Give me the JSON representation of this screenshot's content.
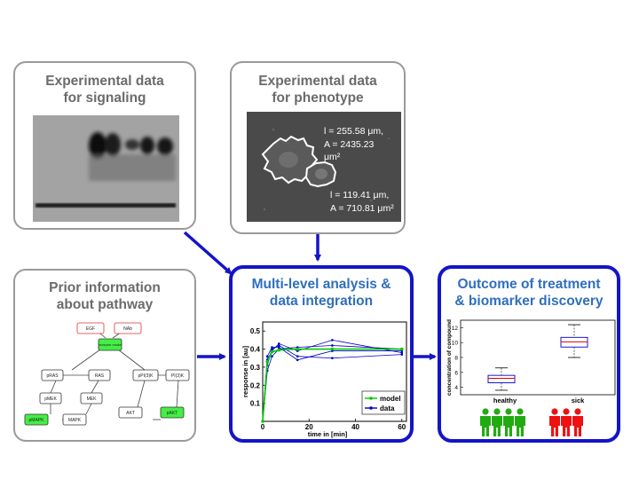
{
  "colors": {
    "arrow": "#1414c8",
    "grey_border": "#9a9a9a",
    "blue_border": "#1414c8",
    "grey_title": "#6b6b6b",
    "blue_title": "#2f6fbd",
    "model": "#00c800",
    "data": "#0000c8",
    "healthy": "#22aa11",
    "sick": "#ee1111"
  },
  "boxes": {
    "signaling": {
      "title_line1": "Experimental data",
      "title_line2": "for signaling"
    },
    "phenotype": {
      "title_line1": "Experimental data",
      "title_line2": "for phenotype",
      "cell1_l": "l = 255.58 μm,",
      "cell1_a": "A = 2435.23",
      "cell1_unit": "μm²",
      "cell2_l": "l = 119.41 μm,",
      "cell2_a": "A = 710.81 μm²"
    },
    "prior": {
      "title_line1": "Prior information",
      "title_line2": "about pathway",
      "nodes": [
        "EGF",
        "NAb",
        "receptor model",
        "pRAS",
        "RAS",
        "pPI(3)K",
        "PI(3)K",
        "pMEK",
        "MEK",
        "pMAPK",
        "MAPK",
        "AKT",
        "pAKT"
      ]
    },
    "analysis": {
      "title_line1": "Multi-level analysis &",
      "title_line2": "data integration"
    },
    "outcome": {
      "title_line1": "Outcome of treatment",
      "title_line2": "& biomarker discovery"
    }
  },
  "chart_data": [
    {
      "type": "line",
      "xlabel": "time in [min]",
      "ylabel": "response in [au]",
      "xlim": [
        0,
        62
      ],
      "ylim": [
        0,
        0.55
      ],
      "xticks": [
        0,
        20,
        40,
        60
      ],
      "yticks": [
        0.1,
        0.2,
        0.3,
        0.4,
        0.5
      ],
      "legend_position": "bottom-right",
      "series": [
        {
          "name": "model",
          "color": "#00c800",
          "x": [
            0,
            2,
            4,
            7,
            15,
            30,
            60
          ],
          "y": [
            0,
            0.33,
            0.385,
            0.395,
            0.4,
            0.4,
            0.4
          ]
        },
        {
          "name": "data",
          "color": "#0000c8",
          "x": [
            0,
            2,
            4,
            7,
            15,
            30,
            60
          ],
          "y": [
            0,
            0.34,
            0.39,
            0.43,
            0.39,
            0.45,
            0.38
          ]
        },
        {
          "color": "#0000c8",
          "x": [
            0,
            2,
            4,
            7,
            15,
            30,
            60
          ],
          "y": [
            0,
            0.28,
            0.36,
            0.4,
            0.41,
            0.42,
            0.4
          ]
        },
        {
          "color": "#0000c8",
          "x": [
            0,
            2,
            4,
            7,
            15,
            30,
            60
          ],
          "y": [
            0,
            0.31,
            0.4,
            0.42,
            0.36,
            0.35,
            0.37
          ]
        },
        {
          "color": "#0000c8",
          "x": [
            0,
            2,
            4,
            7,
            15,
            30,
            60
          ],
          "y": [
            0,
            0.36,
            0.41,
            0.41,
            0.34,
            0.39,
            0.39
          ]
        }
      ]
    },
    {
      "type": "box",
      "ylabel": "concentration of compound",
      "ylim": [
        3,
        13
      ],
      "yticks": [
        4,
        6,
        8,
        10,
        12
      ],
      "categories": [
        "healthy",
        "sick"
      ],
      "boxes": [
        {
          "label": "healthy",
          "min": 3.6,
          "q1": 4.6,
          "median": 5.2,
          "q3": 5.6,
          "max": 6.6
        },
        {
          "label": "sick",
          "min": 8.0,
          "q1": 9.4,
          "median": 10.1,
          "q3": 10.7,
          "max": 12.4
        }
      ]
    }
  ]
}
